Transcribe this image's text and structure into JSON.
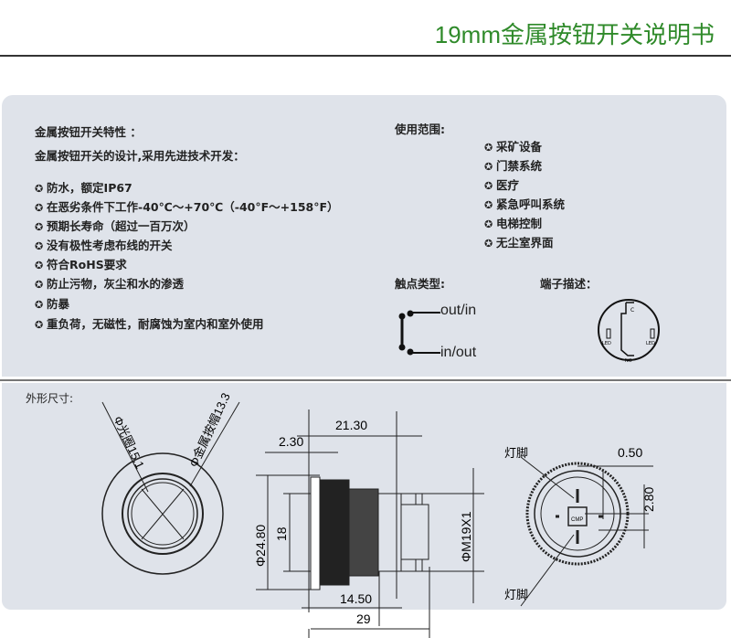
{
  "title": "19mm金属按钮开关说明书",
  "features": {
    "heading": "金属按钮开关特性 ：",
    "intro": "金属按钮开关的设计,采用先进技术开发：",
    "items": [
      "防水，额定IP67",
      "在恶劣条件下工作-40℃～+70℃（-40°F～+158°F）",
      "预期长寿命（超过一百万次）",
      "没有极性考虑布线的开关",
      "符合RoHS要求",
      "防止污物，灰尘和水的渗透",
      "防暴",
      "重负荷，无磁性，耐腐蚀为室内和室外使用"
    ]
  },
  "usage": {
    "heading": "使用范围:",
    "items": [
      "采矿设备",
      "门禁系统",
      "医疗",
      "紧急呼叫系统",
      "电梯控制",
      "无尘室界面"
    ]
  },
  "contact": {
    "heading": "触点类型:",
    "out_in": "out/in",
    "in_out": "in/out"
  },
  "terminal": {
    "heading": "端子描述：",
    "c": "C",
    "led_left": "LED",
    "led_right": "LED",
    "no": "NO"
  },
  "dimensions": {
    "heading": "外形尺寸:",
    "ring_label": "Φ光圈15.1",
    "cap_label": "Φ金属按帽13.3",
    "d_21_30": "21.30",
    "d_2_30": "2.30",
    "d_24_80": "Φ24.80",
    "d_18": "18",
    "d_m19": "ΦM19X1",
    "d_14_50": "14.50",
    "d_29": "29",
    "lamp_pin_top": "灯脚",
    "lamp_pin_bottom": "灯脚",
    "d_0_50": "0.50",
    "d_2_80": "2.80",
    "cmp": "CMP"
  }
}
